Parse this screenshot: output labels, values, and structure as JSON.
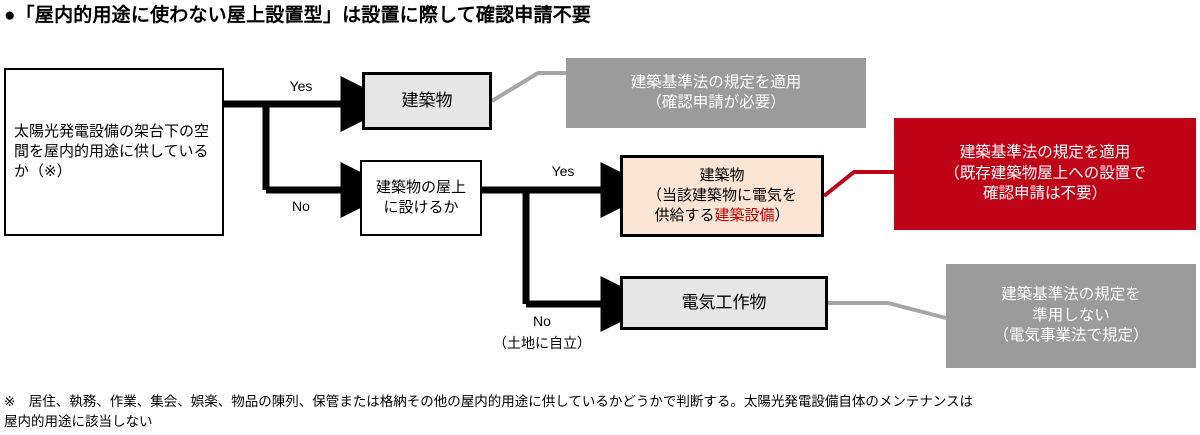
{
  "title": "●「屋内的用途に使わない屋上設置型」は設置に際して確認申請不要",
  "flow": {
    "question1": "太陽光発電設備の架台下の空間を屋内的用途に供しているか（※）",
    "node_building": "建築物",
    "question2": "建築物の屋上に設けるか",
    "node_building_equipment": {
      "line1": "建築物",
      "line2": "（当該建築物に電気を",
      "line3_pre": "供給する",
      "line3_hl": "建築設備",
      "line3_post": "）"
    },
    "node_electrical_facility": "電気工作物",
    "labels": {
      "yes1": "Yes",
      "no1": "No",
      "yes2": "Yes",
      "no2": "No",
      "no2_sub": "（土地に自立）"
    }
  },
  "callouts": {
    "top_gray": {
      "line1": "建築基準法の規定を適用",
      "line2": "（確認申請が必要）"
    },
    "red": {
      "line1": "建築基準法の規定を適用",
      "line2": "（既存建築物屋上への設置で",
      "line3": "確認申請は不要）"
    },
    "bottom_gray": {
      "line1": "建築基準法の規定を",
      "line2": "準用しない",
      "line3": "（電気事業法で規定）"
    }
  },
  "footnote": {
    "line1": "※　居住、執務、作業、集会、娯楽、物品の陳列、保管または格納その他の屋内的用途に供しているかどうかで判断する。太陽光発電設備自体のメンテナンスは",
    "line2": "屋内的用途に該当しない"
  },
  "colors": {
    "red_accent": "#c00418",
    "gray_callout": "#9b9b9b",
    "peach_fill": "#fae4d3",
    "gray_fill": "#e6e6e6",
    "wire_gray": "#a6a6a6",
    "wire_red": "#c00418",
    "wire_black": "#000000"
  }
}
